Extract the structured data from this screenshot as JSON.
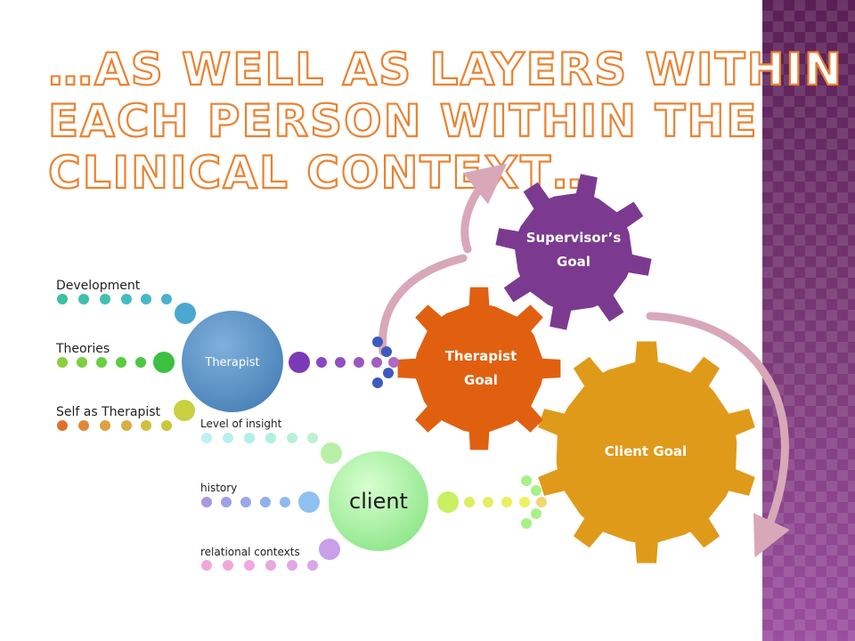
{
  "title": {
    "lines": [
      "…AS WELL AS  LAYERS WITHIN",
      "EACH PERSON WITHIN THE",
      "CLINICAL CONTEXT…"
    ]
  },
  "gears": {
    "client_goal": "Client Goal",
    "therapist_goal_line1": "Therapist",
    "therapist_goal_line2": "Goal",
    "supervisor_goal_line1": "Supervisor’s",
    "supervisor_goal_line2": "Goal"
  },
  "therapist_node": {
    "label": "Therapist",
    "branches": [
      "Development",
      "Theories",
      "Self as Therapist"
    ]
  },
  "client_node": {
    "label": "client",
    "branches": [
      "Level of insight",
      "history",
      "relational contexts"
    ]
  },
  "colors": {
    "title_outline": "#ea8230",
    "client_gear": "#e09a1a",
    "therapist_gear": "#e06010",
    "supervisor_gear": "#7b3a8f",
    "arrow": "#d8a8b8",
    "therapist_node": "#5a93c8",
    "client_node": "#a8f0a0",
    "side_panel": "#6d2c6a"
  }
}
